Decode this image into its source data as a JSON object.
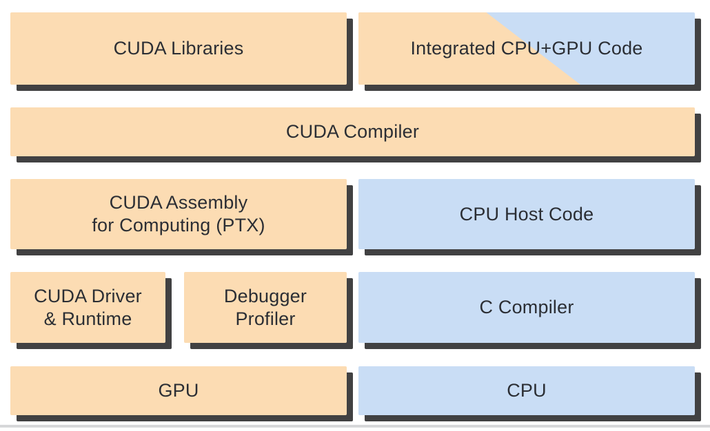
{
  "colors": {
    "orange": "#fcdcb3",
    "blue": "#c9ddf5",
    "shadow": "#414142",
    "text": "#2b2e34",
    "edge_bar": "#d6d7d9"
  },
  "blocks": [
    {
      "id": "cuda-libraries",
      "label": "CUDA Libraries",
      "fill": "orange"
    },
    {
      "id": "integrated-cpu-gpu-code",
      "label": "Integrated CPU+GPU Code",
      "fill": "orange-blue-diagonal"
    },
    {
      "id": "cuda-compiler",
      "label": "CUDA Compiler",
      "fill": "orange"
    },
    {
      "id": "cuda-assembly-ptx",
      "label": "CUDA Assembly\nfor Computing (PTX)",
      "fill": "orange"
    },
    {
      "id": "cpu-host-code",
      "label": "CPU Host Code",
      "fill": "blue"
    },
    {
      "id": "cuda-driver-runtime",
      "label": "CUDA Driver\n& Runtime",
      "fill": "orange"
    },
    {
      "id": "debugger-profiler",
      "label": "Debugger\nProfiler",
      "fill": "orange"
    },
    {
      "id": "c-compiler",
      "label": "C Compiler",
      "fill": "blue"
    },
    {
      "id": "gpu",
      "label": "GPU",
      "fill": "orange"
    },
    {
      "id": "cpu",
      "label": "CPU",
      "fill": "blue"
    }
  ]
}
